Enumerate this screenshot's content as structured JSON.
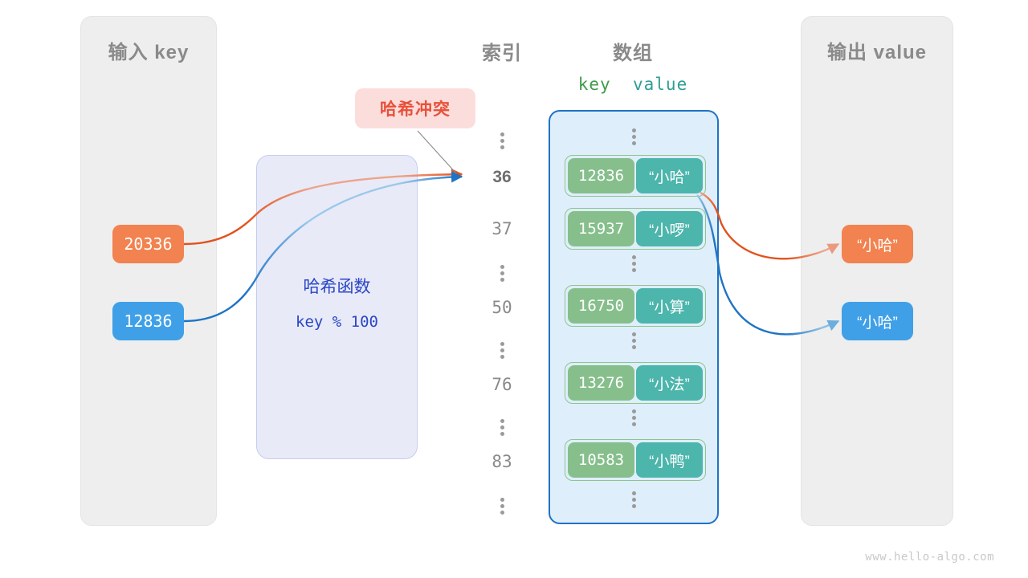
{
  "watermark": "www.hello-algo.com",
  "panels": {
    "input": {
      "title": "输入 key"
    },
    "output": {
      "title": "输出 value"
    }
  },
  "headers": {
    "index": "索引",
    "array": "数组",
    "key": "key",
    "value": "value"
  },
  "hash_function": {
    "name": "哈希函数",
    "expression": "key % 100"
  },
  "collision": {
    "label": "哈希冲突"
  },
  "input_keys": [
    {
      "value": "20336",
      "color": "#f2824f"
    },
    {
      "value": "12836",
      "color": "#3fa0e8"
    }
  ],
  "output_values": [
    {
      "value": "“小哈”",
      "color": "#f2824f"
    },
    {
      "value": "“小哈”",
      "color": "#3fa0e8"
    }
  ],
  "index_column": [
    {
      "type": "dots"
    },
    {
      "type": "index",
      "label": "36",
      "highlight": true
    },
    {
      "type": "index",
      "label": "37",
      "highlight": false
    },
    {
      "type": "dots"
    },
    {
      "type": "index",
      "label": "50",
      "highlight": false
    },
    {
      "type": "dots"
    },
    {
      "type": "index",
      "label": "76",
      "highlight": false
    },
    {
      "type": "dots"
    },
    {
      "type": "index",
      "label": "83",
      "highlight": false
    },
    {
      "type": "dots"
    }
  ],
  "buckets": [
    {
      "index": "36",
      "key": "12836",
      "value": "“小哈”"
    },
    {
      "index": "37",
      "key": "15937",
      "value": "“小啰”"
    },
    {
      "index": "50",
      "key": "16750",
      "value": "“小算”"
    },
    {
      "index": "76",
      "key": "13276",
      "value": "“小法”"
    },
    {
      "index": "83",
      "key": "10583",
      "value": "“小鸭”"
    }
  ],
  "colors": {
    "key_cell": "#86bf8c",
    "value_cell": "#4cb5ac",
    "array_bg": "#dfeefb",
    "array_border": "#1f73c4",
    "hash_bg": "#e8eaf8",
    "hash_text": "#2a46c4",
    "panel_bg": "#eeeeee",
    "collision_bg": "#fbdedc",
    "collision_text": "#e8503a",
    "orange_flow": "#e2521d",
    "blue_flow": "#1f73c4"
  }
}
